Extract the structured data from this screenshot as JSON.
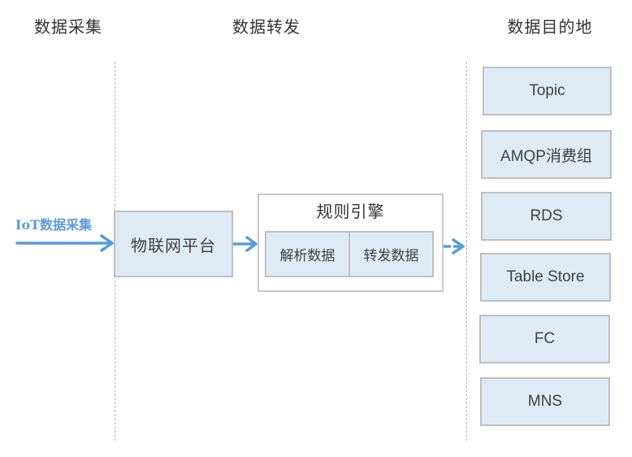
{
  "columns": {
    "collect_title": "数据采集",
    "forward_title": "数据转发",
    "destination_title": "数据目的地"
  },
  "source": {
    "iot_label": "IoT数据采集"
  },
  "platform": {
    "label": "物联网平台"
  },
  "rule_engine": {
    "title": "规则引擎",
    "steps": [
      "解析数据",
      "转发数据"
    ]
  },
  "destinations": [
    "Topic",
    "AMQP消费组",
    "RDS",
    "Table Store",
    "FC",
    "MNS"
  ],
  "colors": {
    "box_fill": "#deebf7",
    "box_border": "#bfbfbf",
    "arrow": "#5b9bd5",
    "iot_label": "#5b9bd5",
    "divider": "#b5b5b5"
  }
}
